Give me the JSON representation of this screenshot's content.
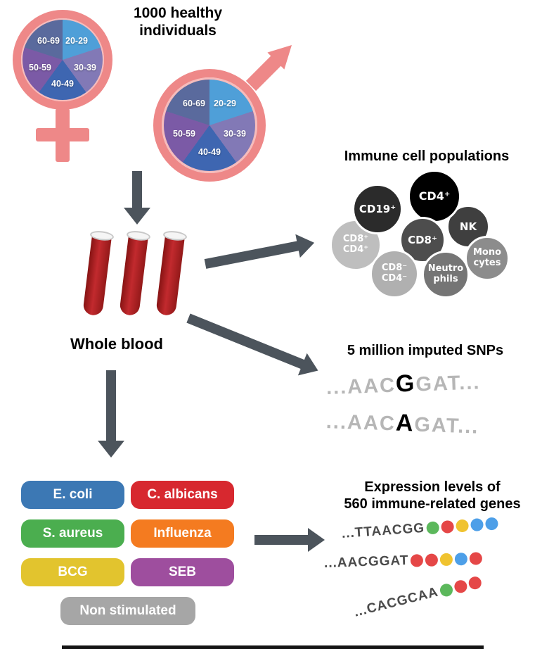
{
  "header": {
    "title": "1000 healthy\nindividuals"
  },
  "demographics": {
    "age_labels": [
      "20-29",
      "30-39",
      "40-49",
      "50-59",
      "60-69"
    ],
    "slice_colors": [
      "#4F9FD8",
      "#8279B6",
      "#3E66B1",
      "#7B5AA6",
      "#5A6A9D"
    ],
    "symbol_color": "#EE8888"
  },
  "whole_blood": {
    "label": "Whole blood"
  },
  "immune_cells": {
    "title": "Immune cell populations",
    "cells": [
      {
        "label": "CD8⁺\nCD4⁺",
        "color": "#BEBEBE"
      },
      {
        "label": "CD19⁺",
        "color": "#2B2B2B"
      },
      {
        "label": "NK",
        "color": "#3F3F3F"
      },
      {
        "label": "Mono\ncytes",
        "color": "#8C8C8C"
      },
      {
        "label": "CD4⁺",
        "color": "#000000"
      },
      {
        "label": "CD8⁺",
        "color": "#4D4D4D"
      },
      {
        "label": "CD8⁻\nCD4⁻",
        "color": "#B0B0B0"
      },
      {
        "label": "Neutro\nphils",
        "color": "#757575"
      }
    ]
  },
  "snps": {
    "title": "5 million imputed SNPs",
    "sequences": [
      {
        "prefix": "...AAC",
        "highlight": "G",
        "suffix": "GAT..."
      },
      {
        "prefix": "...AAC",
        "highlight": "A",
        "suffix": "GAT..."
      }
    ]
  },
  "stimulations": {
    "items": [
      {
        "label": "E. coli",
        "color": "#3C78B4"
      },
      {
        "label": "C. albicans",
        "color": "#D7282F"
      },
      {
        "label": "S. aureus",
        "color": "#4BAE4F"
      },
      {
        "label": "Influenza",
        "color": "#F47B20"
      },
      {
        "label": "BCG",
        "color": "#E2C42E"
      },
      {
        "label": "SEB",
        "color": "#9E4E9E"
      },
      {
        "label": "Non stimulated",
        "color": "#A6A6A6"
      }
    ]
  },
  "expression": {
    "title": "Expression levels of\n560 immune-related genes",
    "rows": [
      {
        "sequence": "...TTAACGG",
        "dots": [
          "#5CB85C",
          "#E54747",
          "#F0C330",
          "#4D9FE8",
          "#4D9FE8"
        ]
      },
      {
        "sequence": "...AACGGAT",
        "dots": [
          "#E54747",
          "#E54747",
          "#F0C330",
          "#4D9FE8",
          "#E54747"
        ]
      },
      {
        "sequence": "...CACGCAA",
        "dots": [
          "#5CB85C",
          "#E54747",
          "#E54747"
        ]
      }
    ]
  },
  "colors": {
    "arrow": "#4C545C",
    "blood": "#A31F24"
  }
}
